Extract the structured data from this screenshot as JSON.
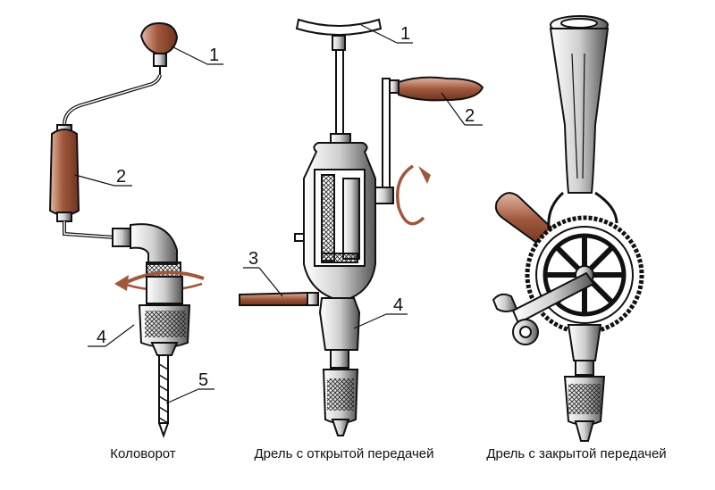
{
  "colors": {
    "wood": "#a0583c",
    "wood_light": "#d9a48c",
    "metal_outline": "#111111",
    "arrow": "#a0583c"
  },
  "tools": [
    {
      "caption": "Коловорот",
      "labels": [
        "1",
        "2",
        "4",
        "5"
      ]
    },
    {
      "caption": "Дрель с открытой передачей",
      "labels": [
        "1",
        "2",
        "3",
        "4"
      ]
    },
    {
      "caption": "Дрель с закрытой передачей",
      "labels": []
    }
  ]
}
